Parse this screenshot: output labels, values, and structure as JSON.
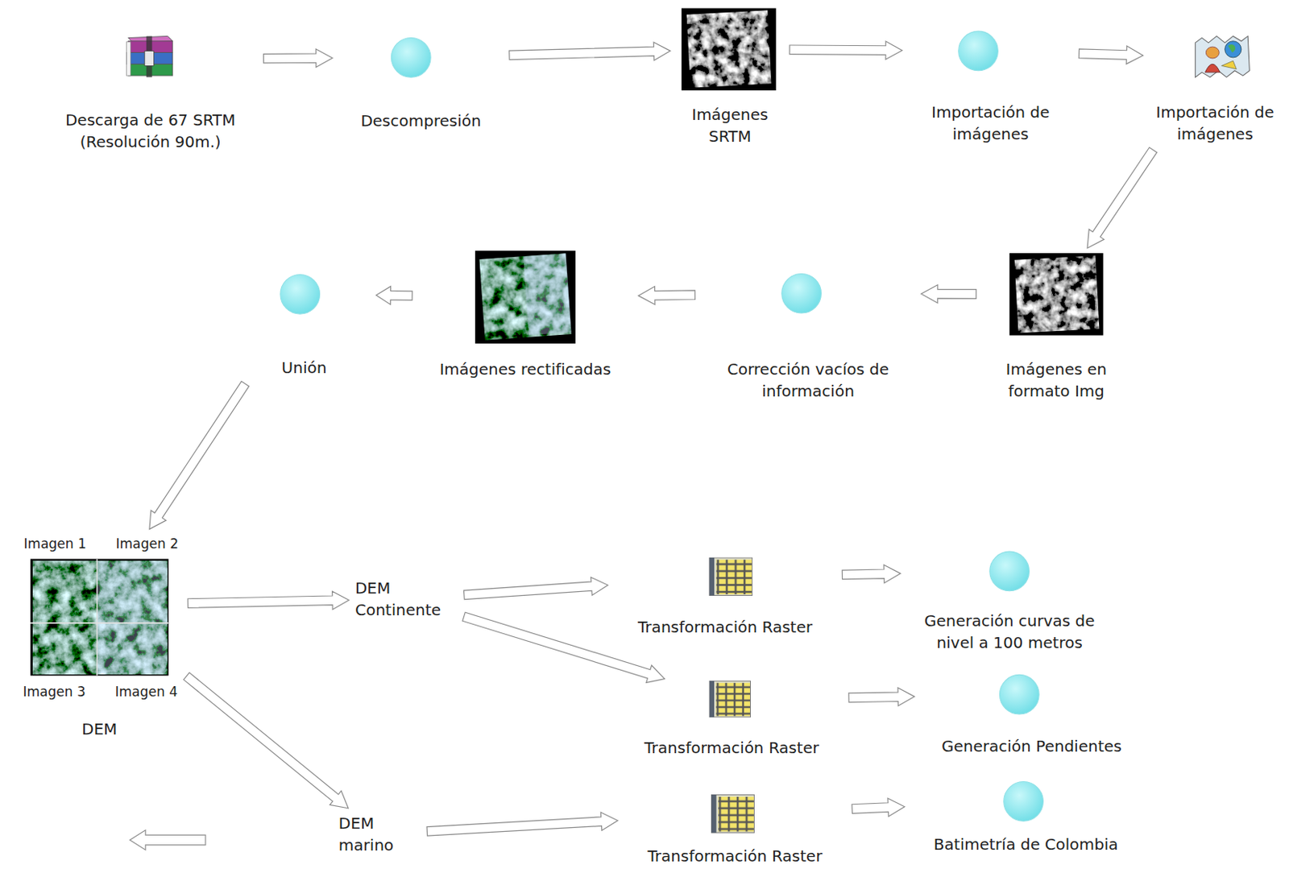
{
  "diagram": {
    "nodes": [
      {
        "text": [
          "Descarga de 67 SRTM (Resolución 90m.)"
        ]
      },
      {
        "text": [
          "Descompresión"
        ]
      },
      {
        "text": [
          "Imágenes SRTM"
        ]
      },
      {
        "text": [
          "Importación de imágenes"
        ]
      },
      {
        "text": [
          "Importación de imágenes"
        ]
      },
      {
        "text": [
          "Imágenes en formato Img"
        ]
      },
      {
        "text": [
          "Corrección vacíos de información"
        ]
      },
      {
        "text": [
          "Imágenes rectificadas"
        ]
      },
      {
        "text": [
          "Unión"
        ]
      },
      {
        "text": [
          "DEM"
        ]
      },
      {
        "text": [
          "DEM Continente"
        ]
      },
      {
        "text": [
          "Transformación Raster"
        ]
      },
      {
        "text": [
          "Generación curvas de nivel a 100 metros"
        ]
      },
      {
        "text": [
          "Transformación Raster"
        ]
      },
      {
        "text": [
          "Generación Pendientes"
        ]
      },
      {
        "text": [
          "DEM marino"
        ]
      },
      {
        "text": [
          "Transformación Raster"
        ]
      },
      {
        "text": [
          "Batimetría de Colombia"
        ]
      }
    ],
    "edges": [
      {
        "from": 0,
        "to": 1,
        "arrow": "to"
      },
      {
        "from": 1,
        "to": 2,
        "arrow": "to"
      },
      {
        "from": 2,
        "to": 3,
        "arrow": "to"
      },
      {
        "from": 3,
        "to": 4,
        "arrow": "to"
      },
      {
        "from": 4,
        "to": 5,
        "arrow": "to"
      },
      {
        "from": 5,
        "to": 6,
        "arrow": "to"
      },
      {
        "from": 6,
        "to": 7,
        "arrow": "to"
      },
      {
        "from": 7,
        "to": 8,
        "arrow": "to"
      },
      {
        "from": 8,
        "to": 9,
        "arrow": "to"
      },
      {
        "from": 9,
        "to": 10,
        "arrow": "to"
      },
      {
        "from": 10,
        "to": 11,
        "arrow": "to"
      },
      {
        "from": 10,
        "to": 13,
        "arrow": "to"
      },
      {
        "from": 11,
        "to": 12,
        "arrow": "to"
      },
      {
        "from": 13,
        "to": 14,
        "arrow": "to"
      },
      {
        "from": 9,
        "to": 15,
        "arrow": "to"
      },
      {
        "from": 15,
        "to": 16,
        "arrow": "to"
      },
      {
        "from": 16,
        "to": 17,
        "arrow": "to"
      }
    ],
    "labels": [
      "Imagen 1",
      "Imagen 2",
      "Imagen 3",
      "Imagen 4"
    ]
  }
}
